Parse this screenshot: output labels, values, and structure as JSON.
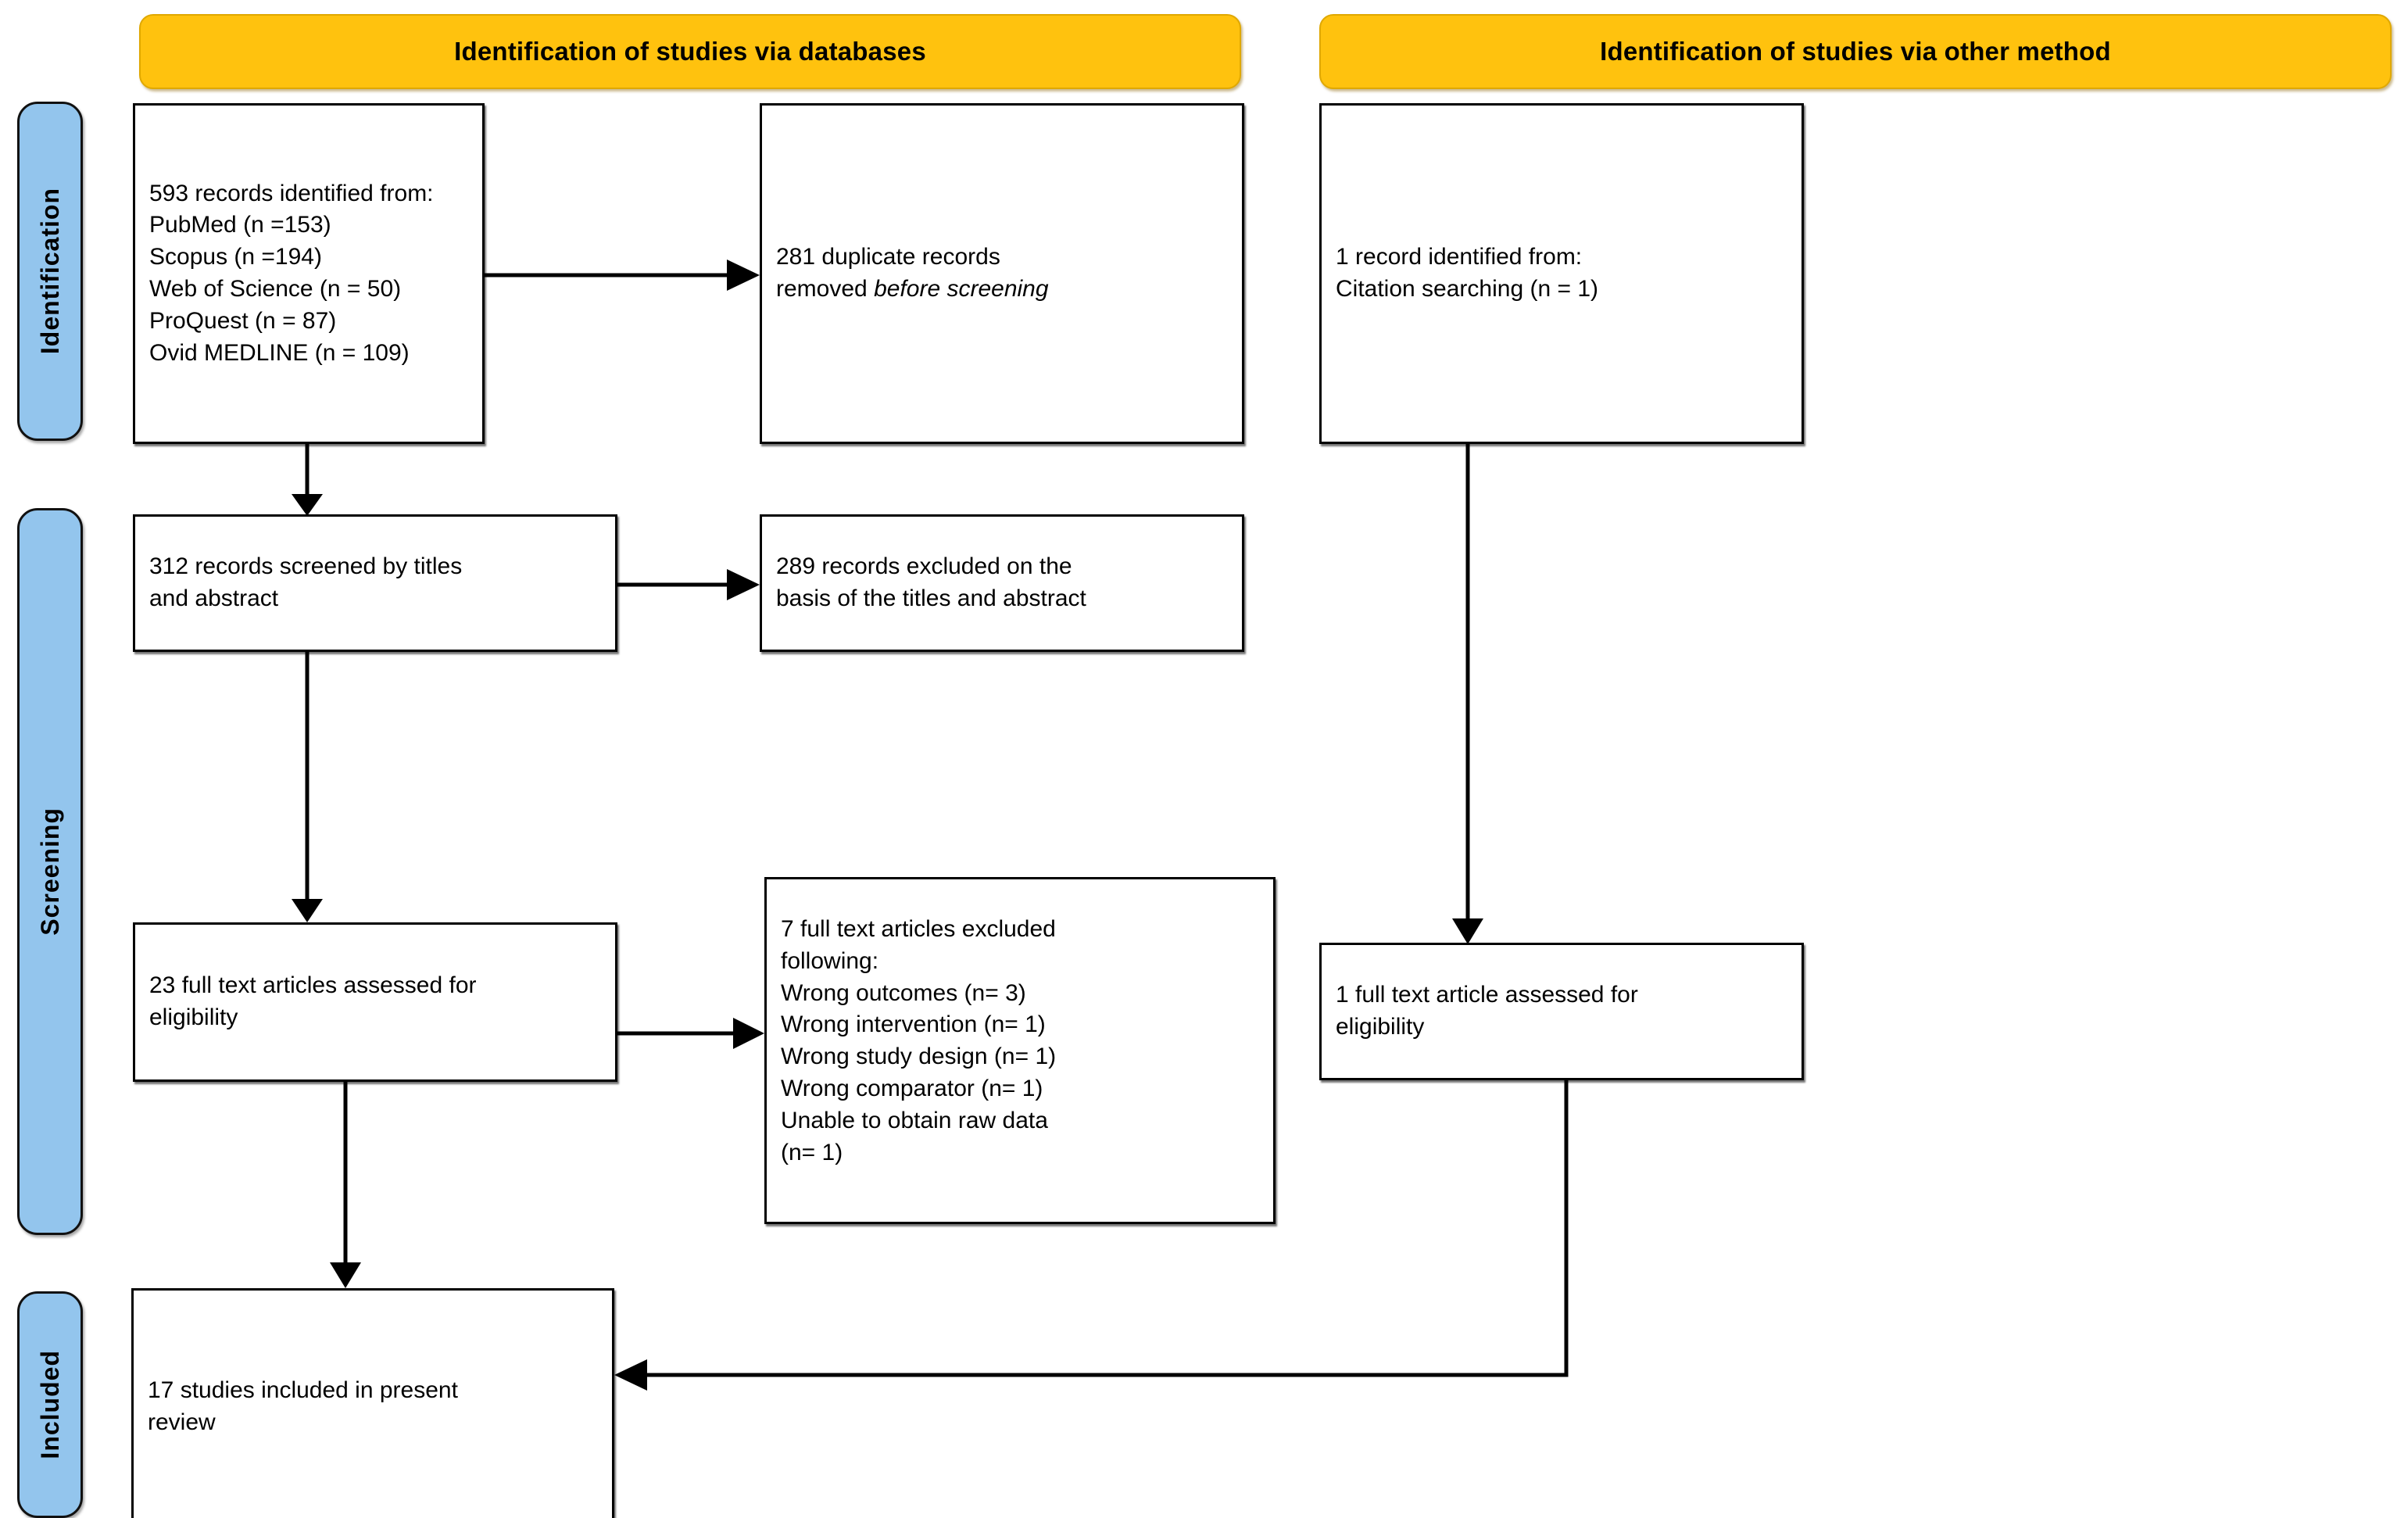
{
  "diagram": {
    "title": "PRISMA flow diagram",
    "colors": {
      "banner_fill": "#FFC20E",
      "banner_border": "#E0A800",
      "stage_fill": "#93C5ED",
      "stage_border": "#111111",
      "node_border": "#000000",
      "node_fill": "#FFFFFF",
      "connector": "#000000"
    }
  },
  "banners": [
    {
      "id": "databases",
      "label": "Identification of studies via databases"
    },
    {
      "id": "other-method",
      "label": "Identification of studies via other method"
    }
  ],
  "stages": [
    {
      "id": "identification",
      "label": "Identification"
    },
    {
      "id": "screening",
      "label": "Screening"
    },
    {
      "id": "included",
      "label": "Included"
    }
  ],
  "nodes": {
    "records_identified": {
      "text": "593 records identified from:\nPubMed (n =153)\nScopus (n =194)\nWeb of Science (n = 50)\nProQuest (n = 87)\nOvid MEDLINE (n = 109)",
      "count": 593,
      "sources": [
        {
          "name": "PubMed",
          "n": 153
        },
        {
          "name": "Scopus",
          "n": 194
        },
        {
          "name": "Web of Science",
          "n": 50
        },
        {
          "name": "ProQuest",
          "n": 87
        },
        {
          "name": "Ovid MEDLINE",
          "n": 109
        }
      ]
    },
    "duplicates_removed": {
      "text_plain": "281 duplicate records\nremoved ",
      "text_italic": "before screening",
      "count": 281
    },
    "other_records": {
      "text": "1 record identified from:\n    Citation searching (n = 1)",
      "count": 1,
      "sources": [
        {
          "name": "Citation searching",
          "n": 1
        }
      ]
    },
    "records_screened": {
      "text": "312 records screened by titles\nand abstract",
      "count": 312
    },
    "records_excluded": {
      "text": "289 records excluded on the\nbasis of the titles and abstract",
      "count": 289
    },
    "fulltext_assessed": {
      "text": "23 full text articles assessed for\neligibility",
      "count": 23
    },
    "fulltext_excluded": {
      "text": "7 full text articles excluded\nfollowing:\nWrong outcomes (n= 3)\nWrong intervention (n= 1)\nWrong study design (n= 1)\nWrong comparator (n= 1)\nUnable to obtain raw data\n(n= 1)",
      "count": 7,
      "reasons": [
        {
          "reason": "Wrong outcomes",
          "n": 3
        },
        {
          "reason": "Wrong intervention",
          "n": 1
        },
        {
          "reason": "Wrong study design",
          "n": 1
        },
        {
          "reason": "Wrong comparator",
          "n": 1
        },
        {
          "reason": "Unable to obtain raw data",
          "n": 1
        }
      ]
    },
    "other_fulltext_assessed": {
      "text": "1 full text article assessed for\neligibility",
      "count": 1
    },
    "studies_included": {
      "text": "17 studies included in present\nreview",
      "count": 17
    }
  }
}
